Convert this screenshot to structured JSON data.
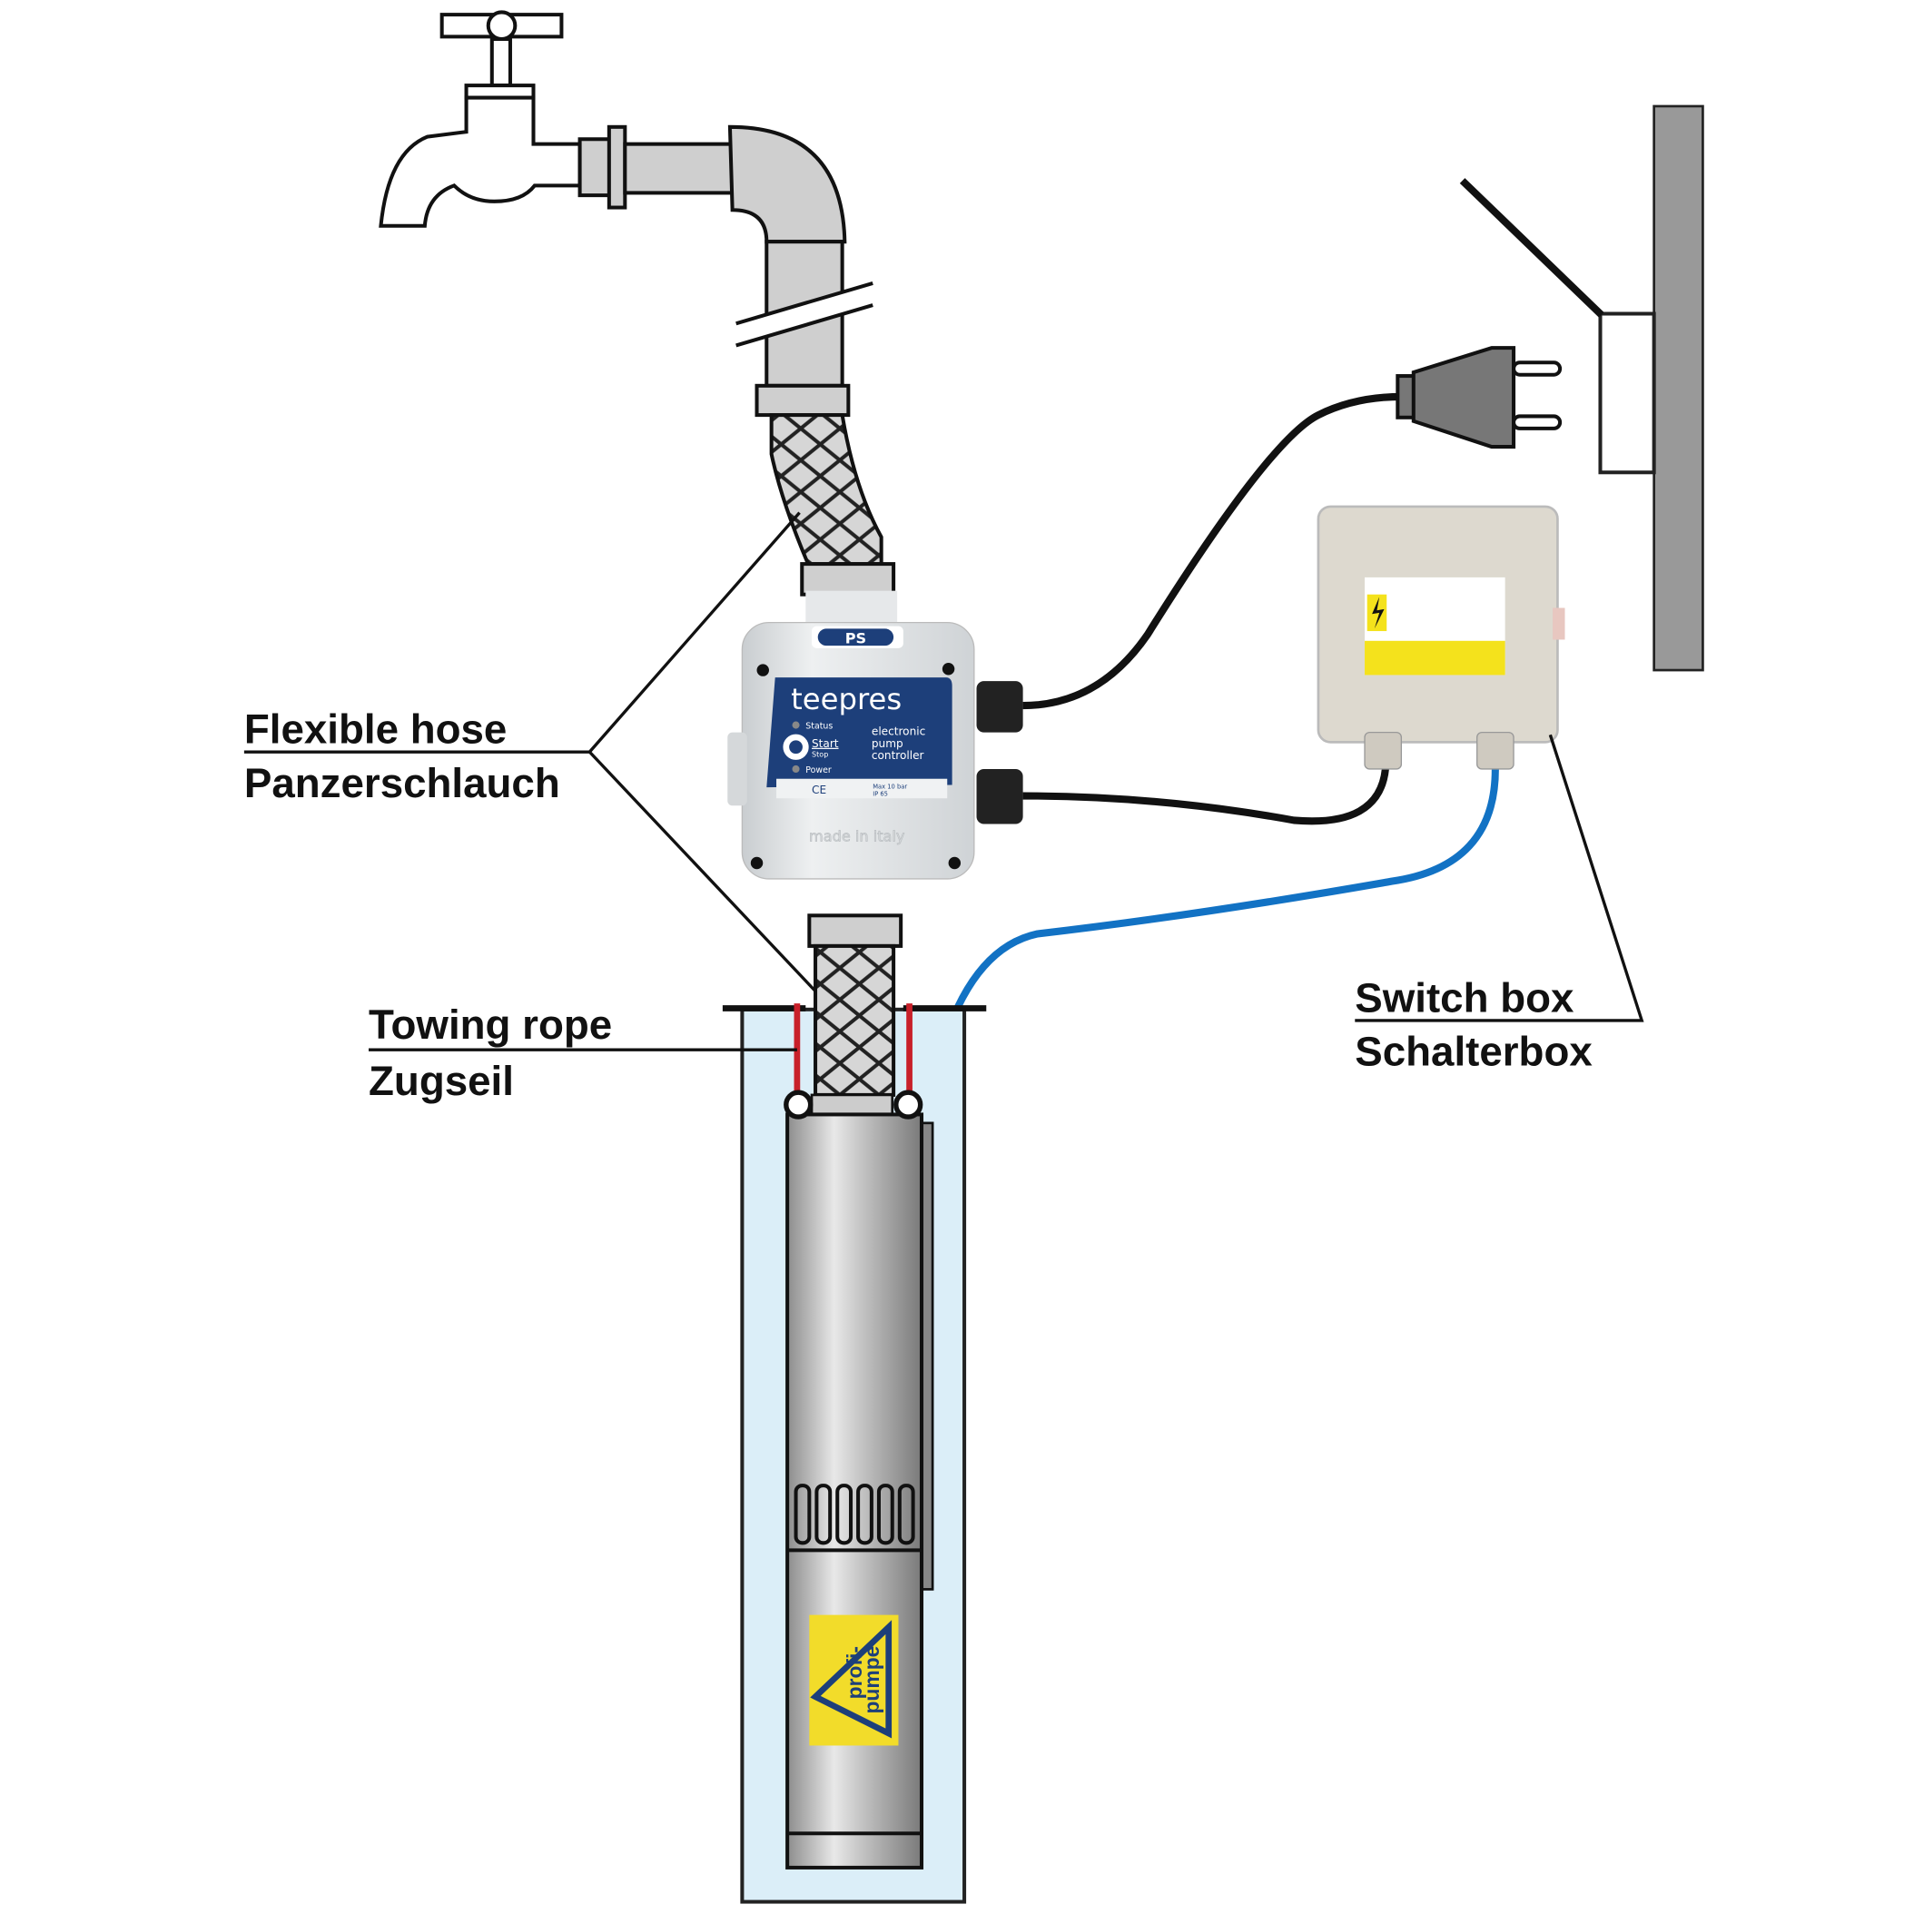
{
  "labels": {
    "flexible_hose_en": "Flexible hose",
    "flexible_hose_de": "Panzerschlauch",
    "towing_rope_en": "Towing rope",
    "towing_rope_de": "Zugseil",
    "switch_box_en": "Switch box",
    "switch_box_de": "Schalterbox"
  },
  "controller": {
    "badge": "PS",
    "brand": "teepres",
    "status": "Status",
    "start": "Start",
    "stop": "Stop",
    "power": "Power",
    "desc1": "electronic",
    "desc2": "pump",
    "desc3": "controller",
    "rating1": "Max 10 bar",
    "rating2": "IP 65",
    "ce": "CE",
    "made_in": "made in italy"
  },
  "pump_logo": {
    "line1": "profi-",
    "line2": "pumpe"
  },
  "colors": {
    "controller_blue": "#1d3f7a",
    "hose_blue_cable": "#1272c4",
    "rope_red": "#c8202a",
    "well_water": "#dbeef8",
    "logo_yellow": "#f2dc2a",
    "wall_gray": "#999999"
  }
}
